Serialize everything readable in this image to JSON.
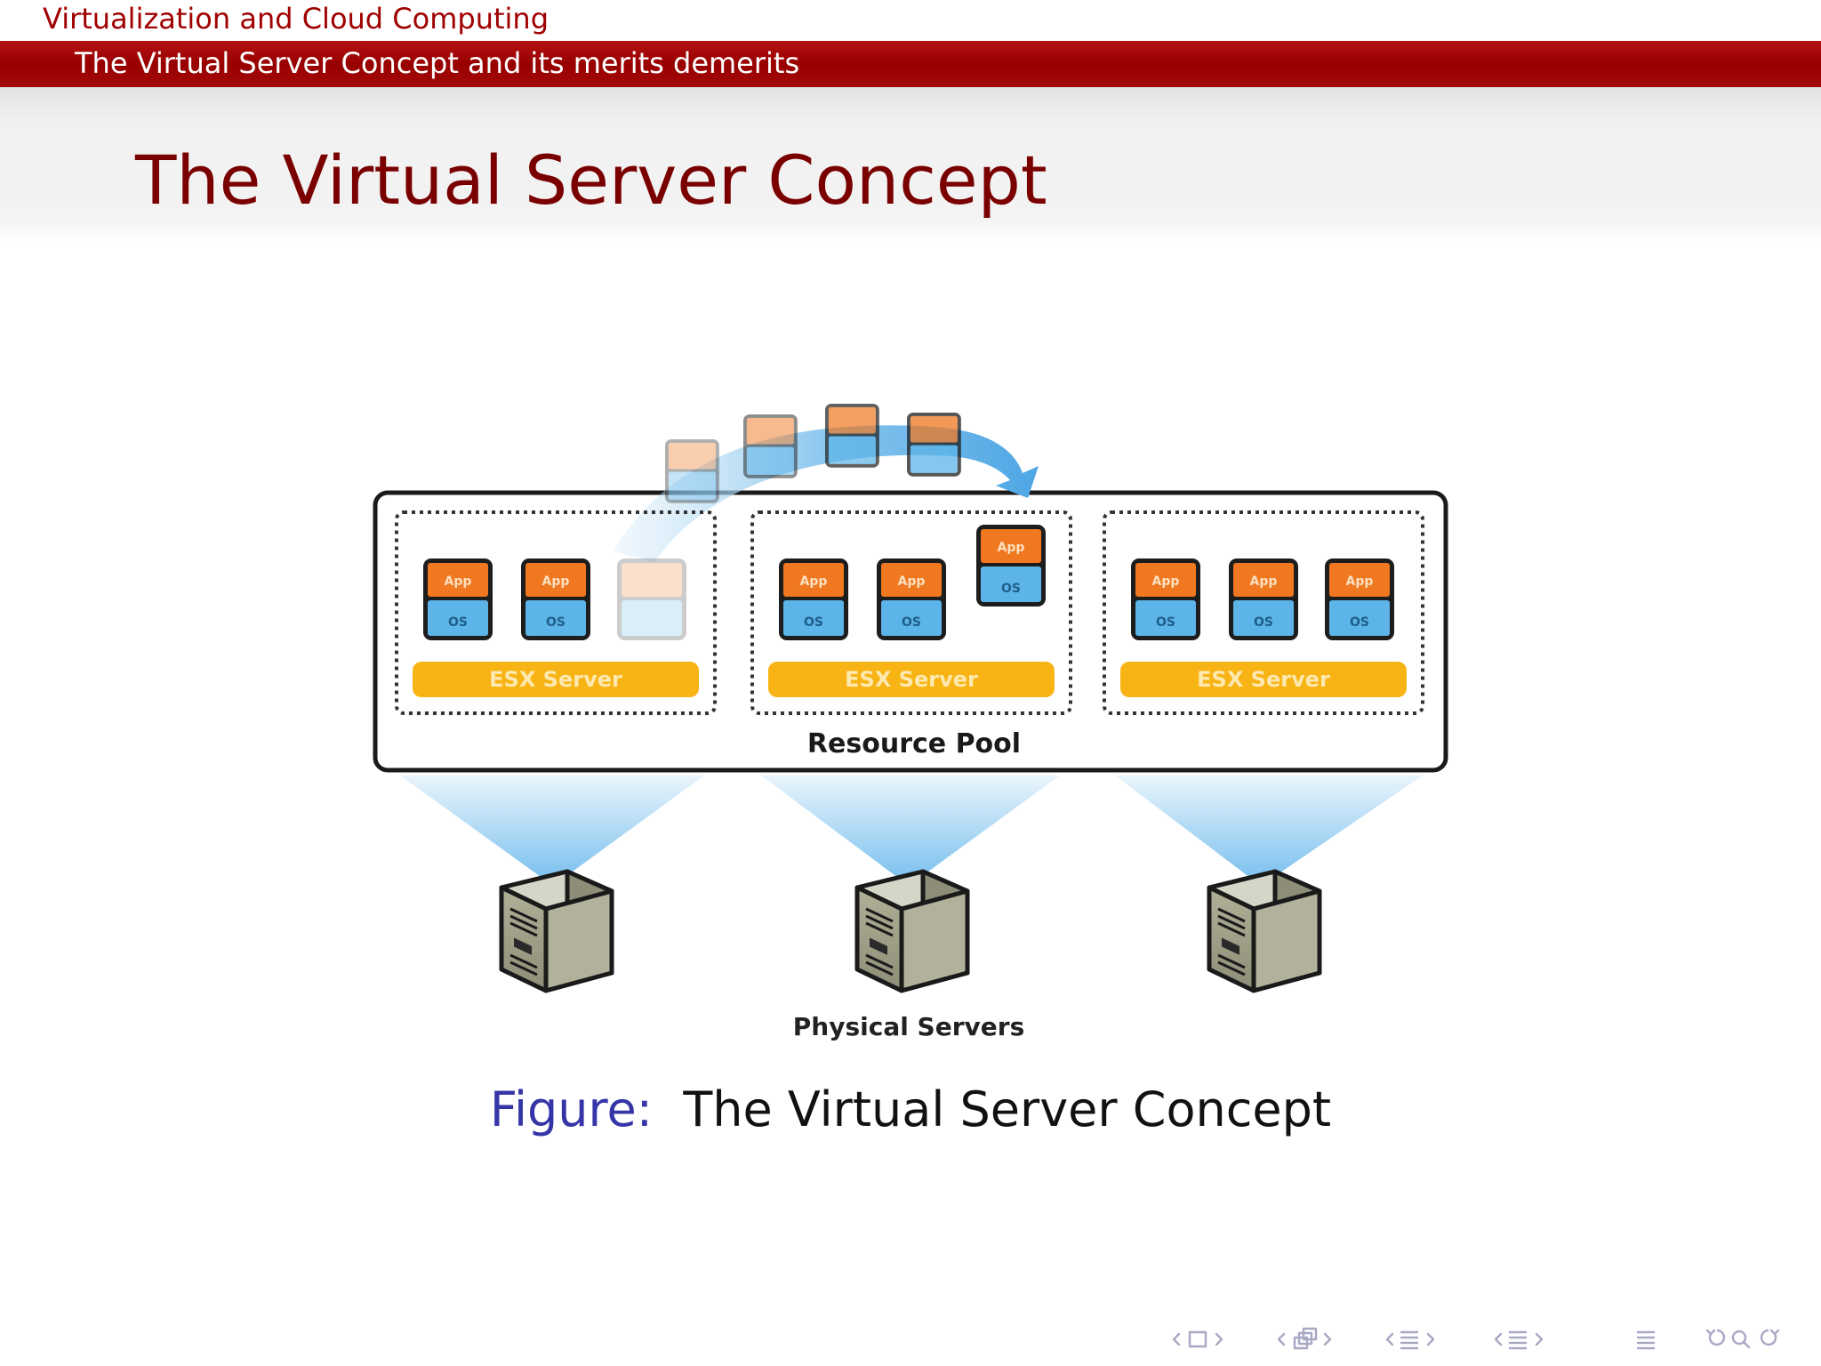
{
  "header": {
    "section": "Virtualization and Cloud Computing",
    "subsection": "The Virtual Server Concept and its merits demerits"
  },
  "frame": {
    "title": "The Virtual Server Concept"
  },
  "diagram": {
    "vm_app_label": "App",
    "vm_os_label": "OS",
    "esx_server_label": "ESX Server",
    "resource_pool_label": "Resource Pool",
    "physical_servers_label": "Physical Servers"
  },
  "caption": {
    "label": "Figure:",
    "text": "The Virtual Server Concept"
  },
  "colors": {
    "header_red": "#a00000",
    "title_red": "#7a0000",
    "app_orange": "#f07820",
    "os_blue": "#5cb4e8",
    "esx_yellow": "#f8b414",
    "server_beige": "#a8a890",
    "caption_blue": "#3535a8"
  },
  "navigation_icons": [
    "arrow-left-icon",
    "frame-icon",
    "arrow-right-icon",
    "arrow-left-icon",
    "subsection-icon",
    "arrow-right-icon",
    "arrow-left-icon",
    "section-icon",
    "arrow-right-icon",
    "arrow-left-icon",
    "list-icon",
    "arrow-right-icon",
    "align-icon",
    "undo-icon",
    "search-icon",
    "redo-icon"
  ]
}
